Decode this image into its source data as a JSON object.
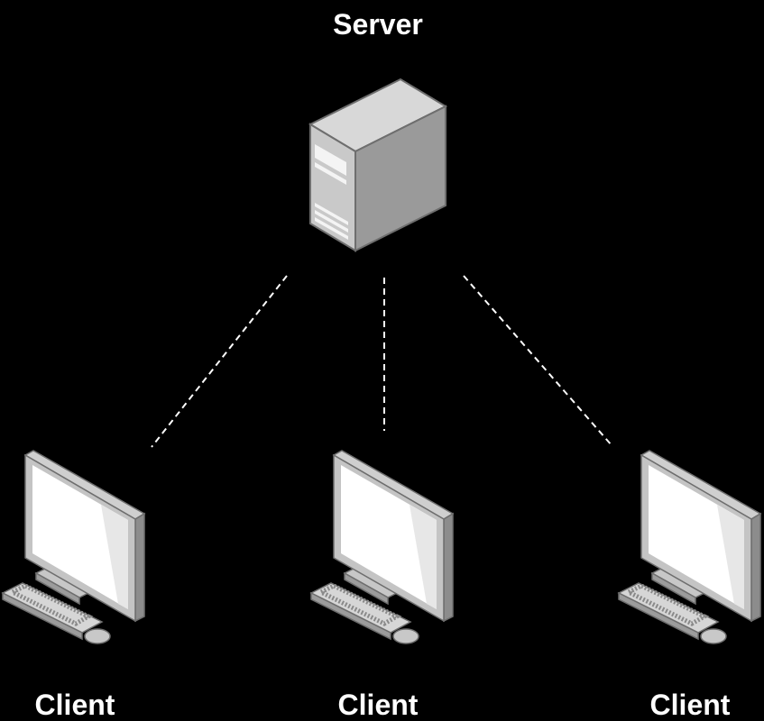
{
  "server": {
    "label": "Server",
    "icon": "server-tower-icon"
  },
  "clients": [
    {
      "label": "Client",
      "icon": "desktop-computer-icon"
    },
    {
      "label": "Client",
      "icon": "desktop-computer-icon"
    },
    {
      "label": "Client",
      "icon": "desktop-computer-icon"
    }
  ],
  "connections": [
    {
      "from": "server",
      "to": "client-0",
      "style": "dashed"
    },
    {
      "from": "server",
      "to": "client-1",
      "style": "dashed"
    },
    {
      "from": "server",
      "to": "client-2",
      "style": "dashed"
    }
  ],
  "colors": {
    "background": "#000000",
    "text": "#ffffff",
    "link": "#ffffff"
  }
}
